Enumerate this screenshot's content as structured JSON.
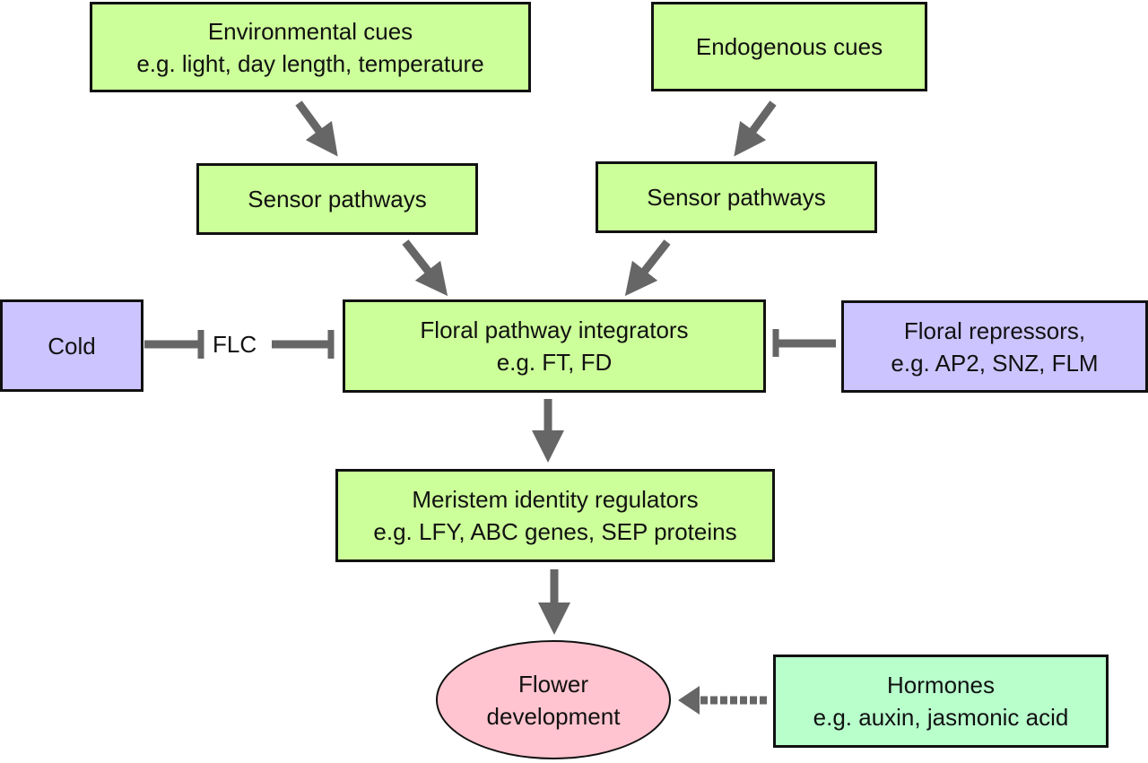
{
  "diagram": {
    "title": "Floral transition pathways",
    "colors": {
      "pathway_box": "#ccff99",
      "repressor_box": "#ccc4ff",
      "hormone_box": "#b8ffcc",
      "outcome_ellipse": "#ffc4cf",
      "arrow": "#666666",
      "border": "#111111"
    },
    "nodes": {
      "environmental_cues": {
        "line1": "Environmental cues",
        "line2": "e.g. light, day length, temperature"
      },
      "endogenous_cues": {
        "line1": "Endogenous cues"
      },
      "sensor_left": {
        "line1": "Sensor pathways"
      },
      "sensor_right": {
        "line1": "Sensor pathways"
      },
      "cold": {
        "line1": "Cold"
      },
      "flc": {
        "line1": "FLC"
      },
      "integrators": {
        "line1": "Floral pathway integrators",
        "line2": "e.g. FT, FD"
      },
      "repressors": {
        "line1": "Floral repressors,",
        "line2": "e.g. AP2, SNZ, FLM"
      },
      "meristem": {
        "line1": "Meristem identity regulators",
        "line2": "e.g. LFY, ABC genes, SEP proteins"
      },
      "flower": {
        "line1": "Flower",
        "line2": "development"
      },
      "hormones": {
        "line1": "Hormones",
        "line2": "e.g. auxin, jasmonic acid"
      }
    },
    "edges": [
      {
        "from": "environmental_cues",
        "to": "sensor_left",
        "type": "activation"
      },
      {
        "from": "endogenous_cues",
        "to": "sensor_right",
        "type": "activation"
      },
      {
        "from": "sensor_left",
        "to": "integrators",
        "type": "activation"
      },
      {
        "from": "sensor_right",
        "to": "integrators",
        "type": "activation"
      },
      {
        "from": "cold",
        "to": "flc",
        "type": "inhibition"
      },
      {
        "from": "flc",
        "to": "integrators",
        "type": "inhibition"
      },
      {
        "from": "repressors",
        "to": "integrators",
        "type": "inhibition"
      },
      {
        "from": "integrators",
        "to": "meristem",
        "type": "activation"
      },
      {
        "from": "meristem",
        "to": "flower",
        "type": "activation"
      },
      {
        "from": "hormones",
        "to": "flower",
        "type": "dashed-activation"
      }
    ]
  }
}
